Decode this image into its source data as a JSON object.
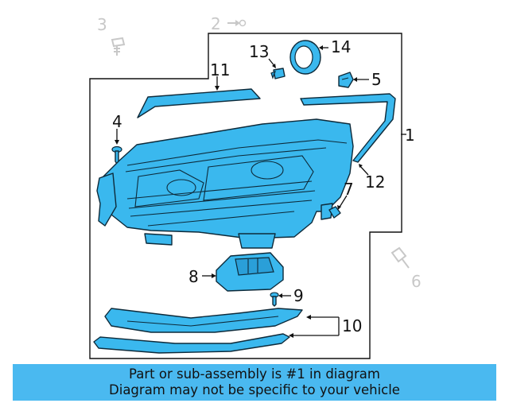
{
  "diagram": {
    "callouts": {
      "c1": "1",
      "c2": "2",
      "c3": "3",
      "c4": "4",
      "c5": "5",
      "c6": "6",
      "c7": "7",
      "c8": "8",
      "c9": "9",
      "c10": "10",
      "c11": "11",
      "c12": "12",
      "c13": "13",
      "c14": "14"
    },
    "colors": {
      "part_fill": "#3ab8ee",
      "outline": "#0d2a3a",
      "faded": "#c8c8c8",
      "banner": "#4ab9f0"
    }
  },
  "banner": {
    "line1": "Part or sub-assembly is #1 in diagram",
    "line2": "Diagram may not be specific to your vehicle"
  }
}
